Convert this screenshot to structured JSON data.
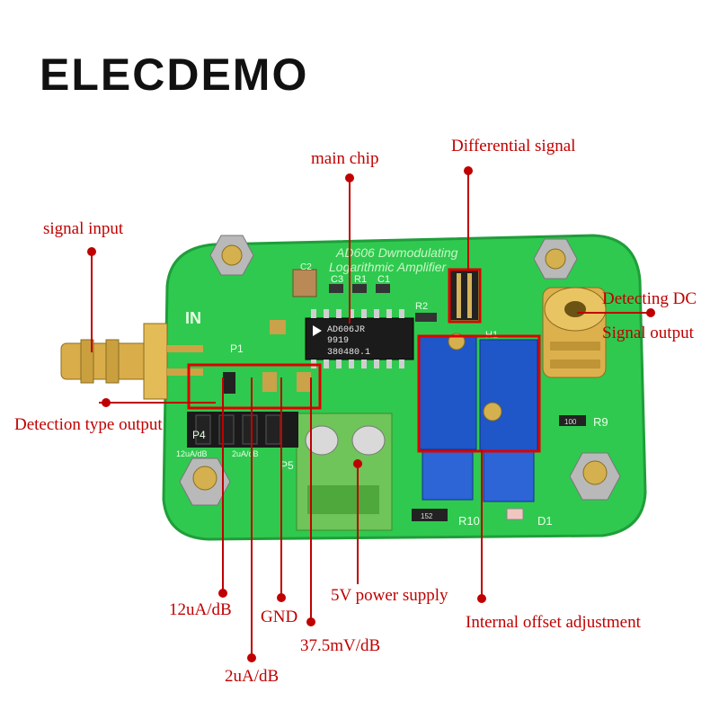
{
  "brand": {
    "logo": "ELECDEMO"
  },
  "board": {
    "silk_line1": "AD606 Dwmodulating",
    "silk_line2": "Logarithmic Amplifier",
    "chip_line1": "AD606JR",
    "chip_line2": "9919",
    "chip_line3": "380480.1",
    "in_label": "IN",
    "p1": "P1",
    "p4": "P4",
    "p5": "P5",
    "r1": "R1",
    "r2": "R2",
    "r9": "R9",
    "r10": "R10",
    "c1": "C1",
    "c2": "C2",
    "c3": "C3",
    "d1": "D1",
    "h1": "H1",
    "pin_12": "12uA/dB",
    "pin_2": "2uA/dB",
    "res_100": "100",
    "res_152": "152"
  },
  "callouts": {
    "main_chip": "main chip",
    "differential_signal": "Differential signal",
    "signal_input": "signal input",
    "detecting_dc": "Detecting DC",
    "signal_output": "Signal output",
    "detection_type_output": "Detection type output",
    "five_v_power": "5V power supply",
    "gnd": "GND",
    "twelve_ua_db": "12uA/dB",
    "two_ua_db": "2uA/dB",
    "mv_db": "37.5mV/dB",
    "internal_offset": "Internal offset adjustment"
  },
  "colors": {
    "pcb_green": "#2fc94f",
    "callout_red": "#c00000",
    "terminal_green": "#6fc45a",
    "pot_blue": "#1f56c8",
    "brass": "#c9a24a"
  }
}
